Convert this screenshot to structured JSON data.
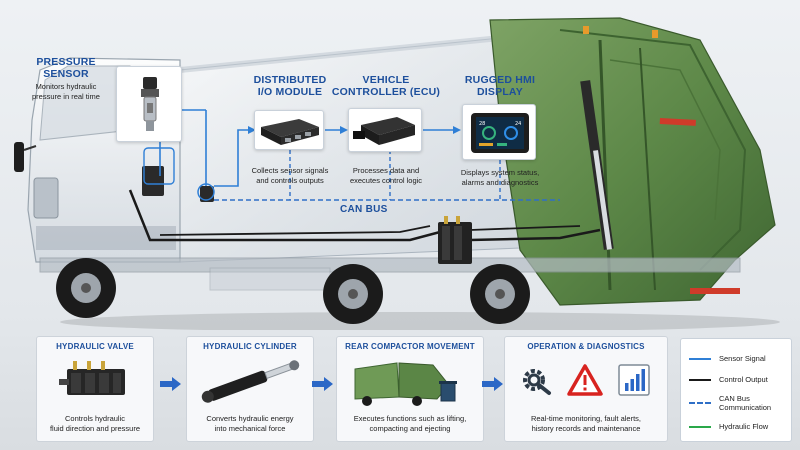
{
  "labels": {
    "pressure_sensor": {
      "title_line1": "PRESSURE",
      "title_line2": "SENSOR",
      "desc_line1": "Monitors hydraulic",
      "desc_line2": "pressure in real time"
    },
    "io_module": {
      "title_line1": "DISTRIBUTED",
      "title_line2": "I/O MODULE",
      "desc_line1": "Collects sensor signals",
      "desc_line2": "and controls outputs"
    },
    "ecu": {
      "title_line1": "VEHICLE",
      "title_line2": "CONTROLLER (ECU)",
      "desc_line1": "Processes data and",
      "desc_line2": "executes control logic"
    },
    "hmi": {
      "title_line1": "RUGGED HMI",
      "title_line2": "DISPLAY",
      "desc_line1": "Displays system status,",
      "desc_line2": "alarms and diagnostics"
    },
    "can_bus": "CAN BUS"
  },
  "panels": [
    {
      "title": "HYDRAULIC VALVE",
      "desc_line1": "Controls hydraulic",
      "desc_line2": "fluid direction and pressure"
    },
    {
      "title": "HYDRAULIC CYLINDER",
      "desc_line1": "Converts hydraulic energy",
      "desc_line2": "into mechanical force"
    },
    {
      "title": "REAR COMPACTOR MOVEMENT",
      "desc_line1": "Executes functions such as lifting,",
      "desc_line2": "compacting and ejecting"
    },
    {
      "title": "OPERATION & DIAGNOSTICS",
      "desc_line1": "Real-time monitoring, fault alerts,",
      "desc_line2": "history records and maintenance"
    }
  ],
  "legend": [
    {
      "line1": "Sensor Signal",
      "line2": "",
      "color": "#2f7fd6",
      "style": "solid"
    },
    {
      "line1": "Control Output",
      "line2": "",
      "color": "#1a1a1a",
      "style": "solid"
    },
    {
      "line1": "CAN Bus",
      "line2": "Communication",
      "color": "#2f6fc7",
      "style": "dashed"
    },
    {
      "line1": "Hydraulic Flow",
      "line2": "",
      "color": "#2aa84a",
      "style": "solid"
    }
  ],
  "hmi_screen": {
    "value_left": "28",
    "value_right": "24"
  },
  "colors": {
    "accent": "#1d4f9c",
    "arrow": "#2b67c6",
    "body_green": "#5e8a4a",
    "warning_red": "#d8231f"
  },
  "icons": [
    "gear-wrench-icon",
    "warning-triangle-icon",
    "signal-bars-icon"
  ]
}
